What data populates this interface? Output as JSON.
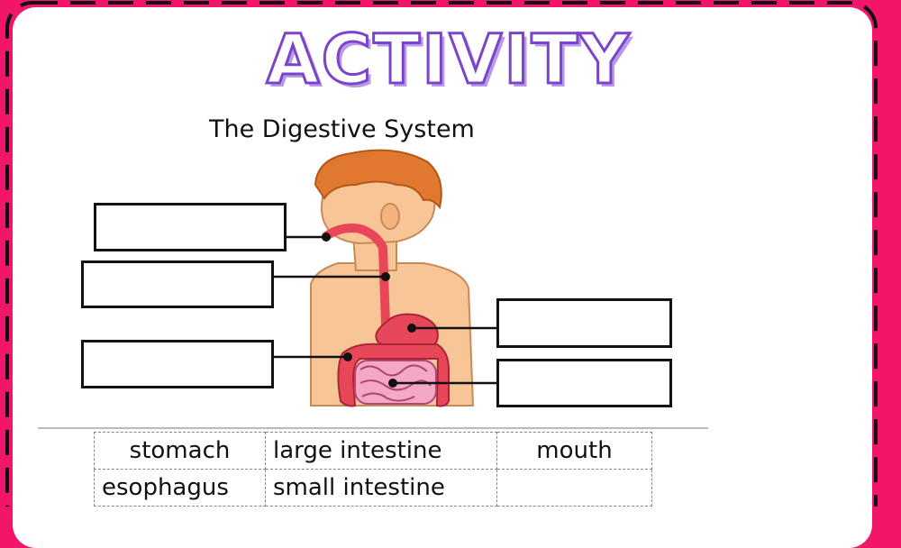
{
  "title": "ACTIVITY",
  "subtitle": "The Digestive System",
  "word_bank": {
    "row1": [
      "stomach",
      "large intestine",
      "mouth"
    ],
    "row2": [
      "esophagus",
      "small intestine",
      ""
    ]
  },
  "colors": {
    "border": "#f2166a",
    "title_outline": "#7a45c8",
    "skin": "#f8c596",
    "hair": "#e0782f",
    "organ": "#e8475a"
  }
}
